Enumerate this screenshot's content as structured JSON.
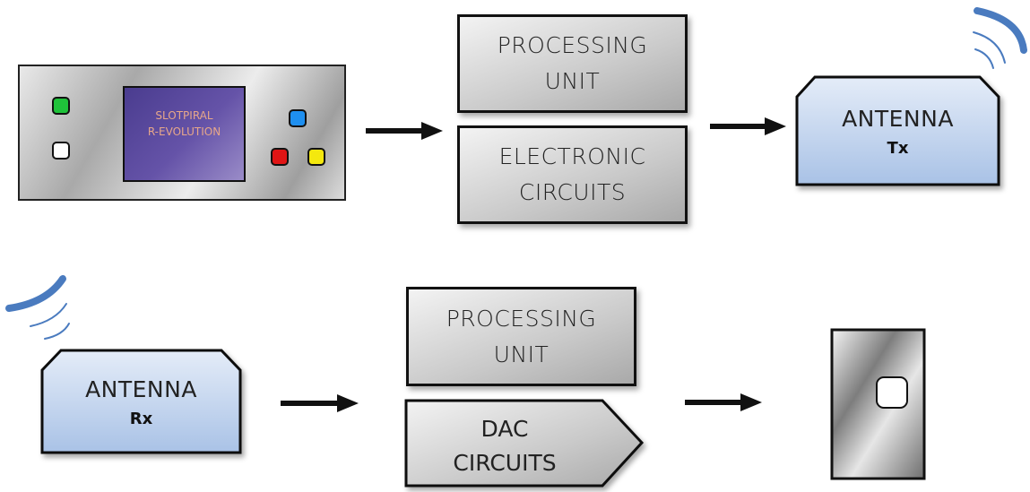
{
  "device": {
    "screen_line1": "SLOTPIRAL",
    "screen_line2": "R-EVOLUTION",
    "buttons": {
      "green": "#1fc23a",
      "white": "#ffffff",
      "blue": "#1e8ff0",
      "red": "#e01515",
      "yellow": "#f4e80e"
    }
  },
  "top_row": {
    "processing_line1": "PROCESSING",
    "processing_line2": "UNIT",
    "electronic_line1": "ELECTRONIC",
    "electronic_line2": "CIRCUITS",
    "antenna_label": "ANTENNA",
    "antenna_sub": "Tx"
  },
  "bottom_row": {
    "antenna_label": "ANTENNA",
    "antenna_sub": "Rx",
    "processing_line1": "PROCESSING",
    "processing_line2": "UNIT",
    "dac_line1": "DAC",
    "dac_line2": "CIRCUITS"
  },
  "colors": {
    "antenna_fill_top": "#e4ecf8",
    "antenna_fill_bottom": "#a9c2e6",
    "wave_color": "#4a7bbf"
  }
}
